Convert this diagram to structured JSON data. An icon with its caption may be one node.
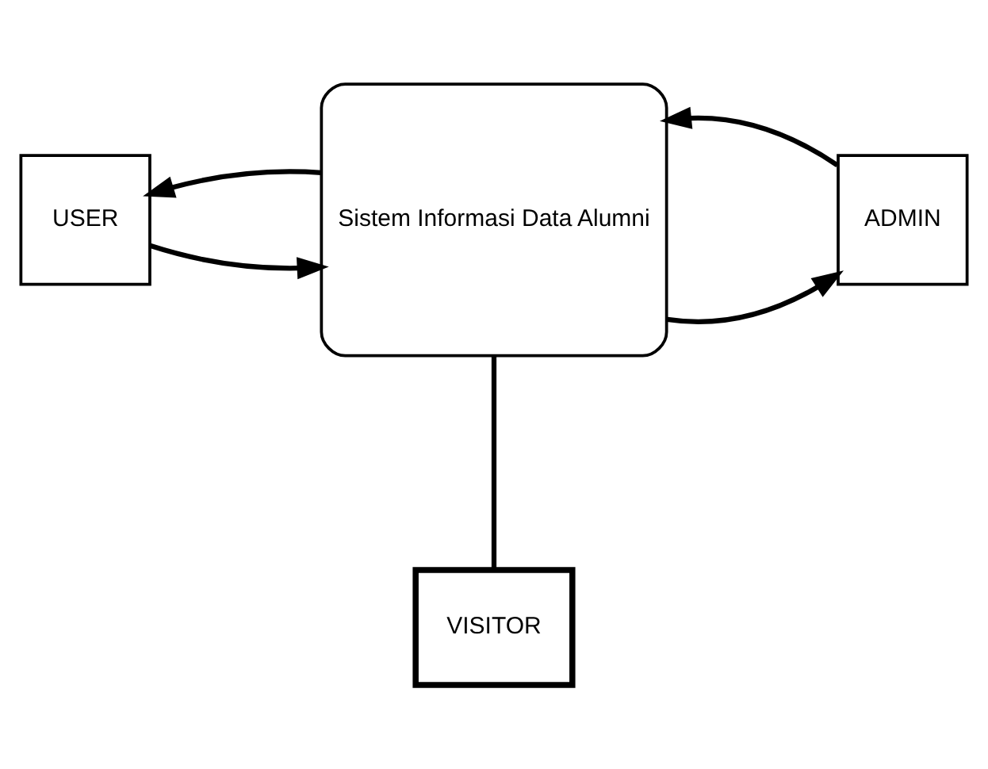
{
  "diagram": {
    "nodes": [
      {
        "text": [
          "USER"
        ]
      },
      {
        "text": [
          "Sistem Informasi Data Alumni"
        ]
      },
      {
        "text": [
          "ADMIN"
        ]
      },
      {
        "text": [
          "VISITOR"
        ]
      }
    ],
    "edges": [
      {
        "from": 0,
        "to": 1,
        "arrow": "to"
      },
      {
        "from": 1,
        "to": 0,
        "arrow": "to"
      },
      {
        "from": 1,
        "to": 2,
        "arrow": "to"
      },
      {
        "from": 2,
        "to": 1,
        "arrow": "to"
      },
      {
        "from": 1,
        "to": 3,
        "arrow": "none"
      }
    ]
  }
}
